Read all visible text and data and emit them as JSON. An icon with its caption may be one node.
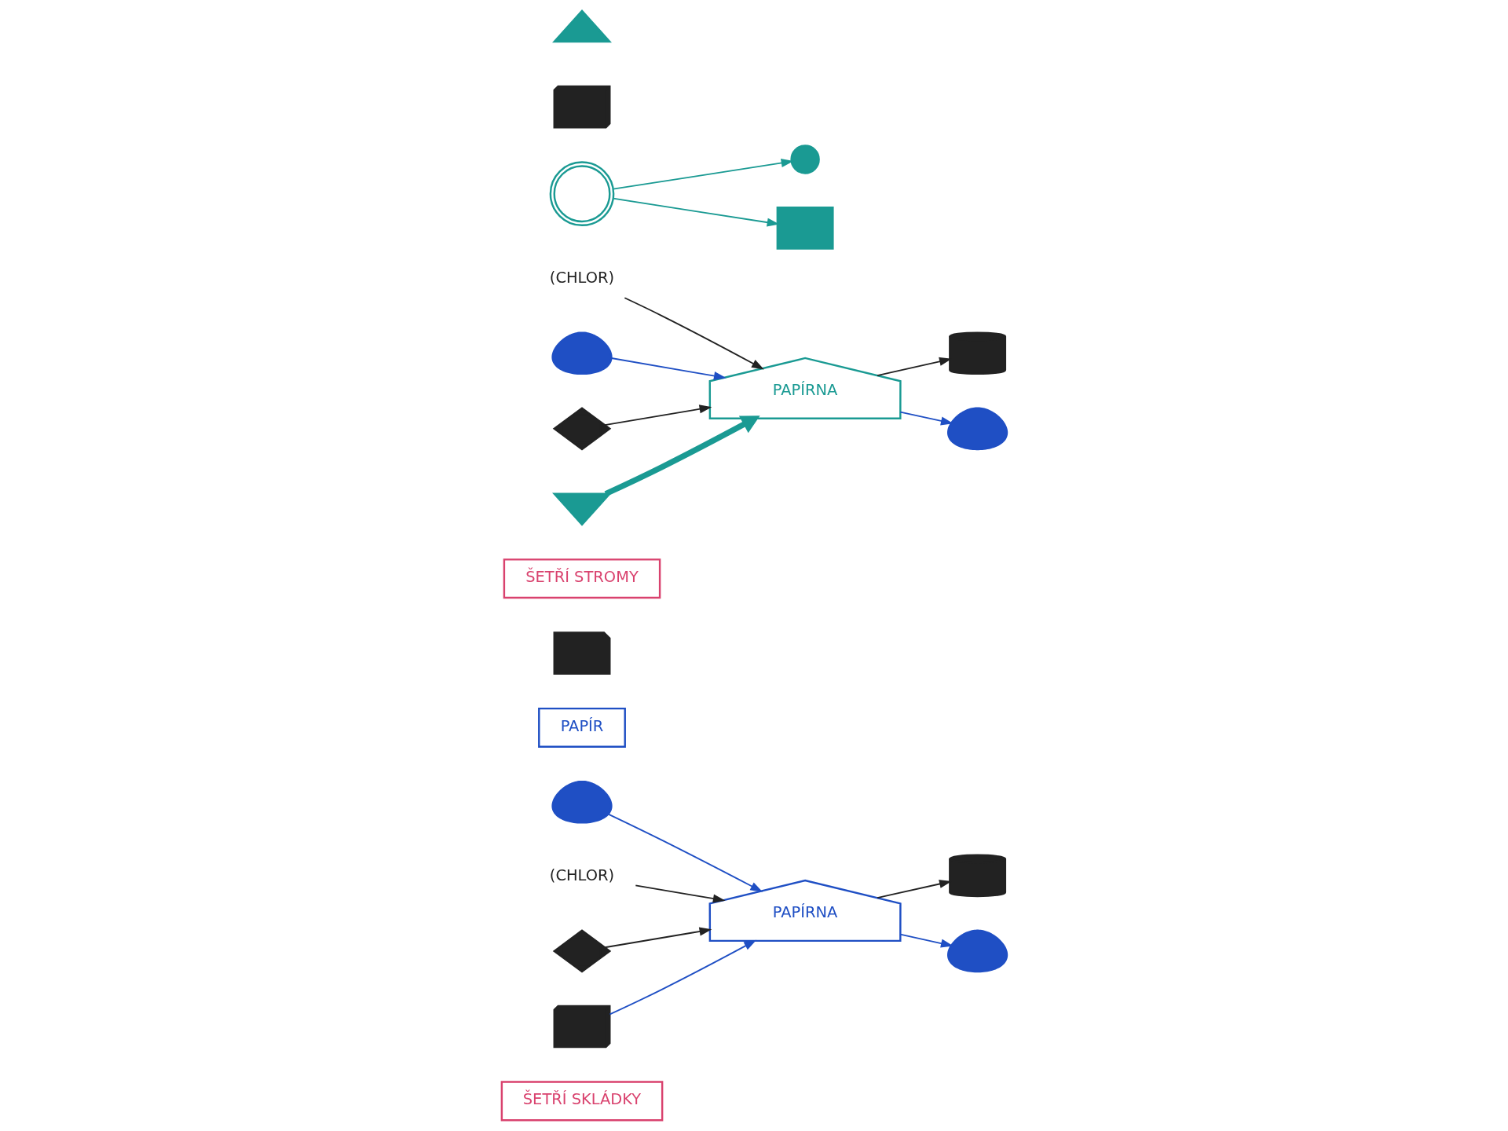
{
  "diagram": {
    "nodes": [
      {
        "text": [],
        "shape": "tree"
      },
      {
        "text": [],
        "shape": "circle"
      },
      {
        "text": [],
        "shape": "truck"
      },
      {
        "text": [],
        "shape": "cabinet"
      },
      {
        "text": [],
        "shape": "chips"
      },
      {
        "text": [],
        "shape": "branch"
      },
      {
        "text": [
          "PAPÍRNA"
        ]
      },
      {
        "text": [],
        "shape": "lightning"
      },
      {
        "text": [],
        "shape": "drop"
      },
      {
        "text": [
          "(CHLOR)"
        ]
      },
      {
        "text": [],
        "shape": "drop"
      },
      {
        "text": [],
        "shape": "roll"
      },
      {
        "text": [
          "ŠETŘÍ STROMY"
        ]
      },
      {
        "text": [],
        "shape": "newspaper"
      },
      {
        "text": [
          "PAPÍR"
        ]
      },
      {
        "text": [],
        "shape": "truck"
      },
      {
        "text": [],
        "shape": "lightning"
      },
      {
        "text": [
          "(CHLOR)"
        ]
      },
      {
        "text": [
          "PAPÍRNA"
        ]
      },
      {
        "text": [],
        "shape": "drop"
      },
      {
        "text": [],
        "shape": "drop"
      },
      {
        "text": [],
        "shape": "roll"
      },
      {
        "text": [
          "ŠETŘÍ SKLÁDKY"
        ]
      }
    ],
    "edges": [
      {
        "from": 1,
        "to": 3,
        "arrow": "to",
        "color": "#1a9a93"
      },
      {
        "from": 1,
        "to": 4,
        "arrow": "to",
        "color": "#1a9a93"
      },
      {
        "from": 5,
        "to": 6,
        "arrow": "to",
        "style": "thick",
        "color": "#1a9a93"
      },
      {
        "from": 7,
        "to": 6,
        "arrow": "to"
      },
      {
        "from": 8,
        "to": 6,
        "arrow": "to",
        "color": "#1f4fc4"
      },
      {
        "from": 9,
        "to": 6,
        "arrow": "to"
      },
      {
        "from": 6,
        "to": 10,
        "arrow": "to",
        "color": "#1f4fc4"
      },
      {
        "from": 6,
        "to": 11,
        "arrow": "to"
      },
      {
        "from": 15,
        "to": 18,
        "arrow": "to",
        "color": "#1f4fc4"
      },
      {
        "from": 16,
        "to": 18,
        "arrow": "to"
      },
      {
        "from": 19,
        "to": 18,
        "arrow": "to",
        "color": "#1f4fc4"
      },
      {
        "from": 17,
        "to": 18,
        "arrow": "to"
      },
      {
        "from": 18,
        "to": 20,
        "arrow": "to",
        "color": "#1f4fc4"
      },
      {
        "from": 18,
        "to": 21,
        "arrow": "to"
      }
    ]
  }
}
